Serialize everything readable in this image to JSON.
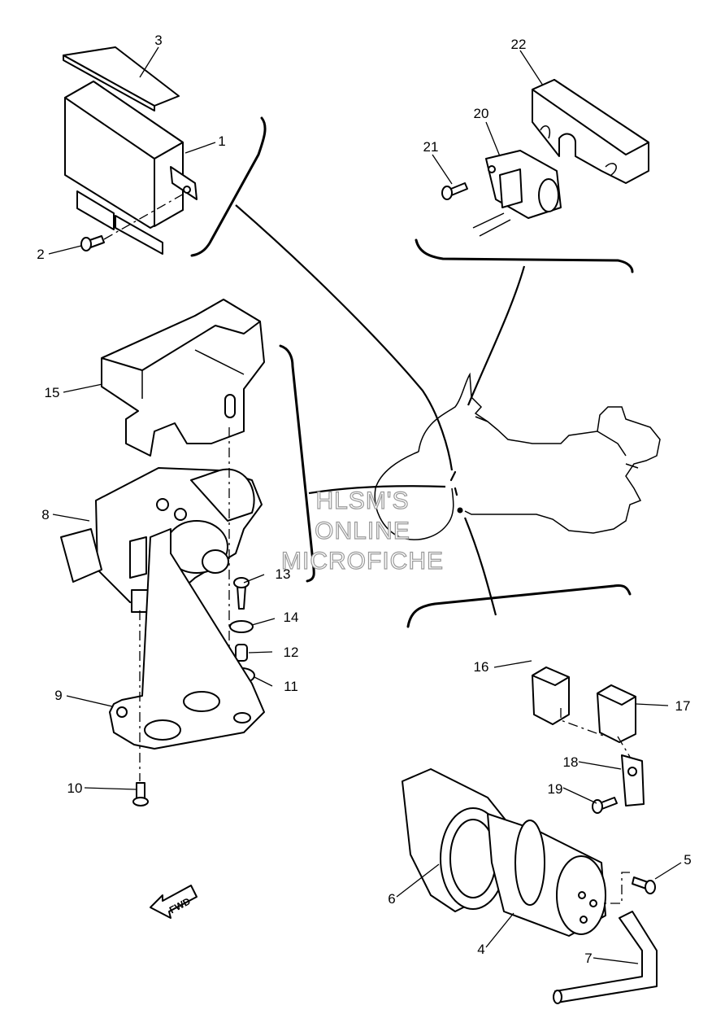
{
  "callouts": {
    "p1": "1",
    "p2": "2",
    "p3": "3",
    "p4": "4",
    "p5": "5",
    "p6": "6",
    "p7": "7",
    "p8": "8",
    "p9": "9",
    "p10": "10",
    "p11": "11",
    "p12": "12",
    "p13": "13",
    "p14": "14",
    "p15": "15",
    "p16": "16",
    "p17": "17",
    "p18": "18",
    "p19": "19",
    "p20": "20",
    "p21": "21",
    "p22": "22"
  },
  "watermark": {
    "line1": "HLSM'S",
    "line2": "ONLINE",
    "line3": "MICROFICHE"
  },
  "direction_label": "FWD"
}
